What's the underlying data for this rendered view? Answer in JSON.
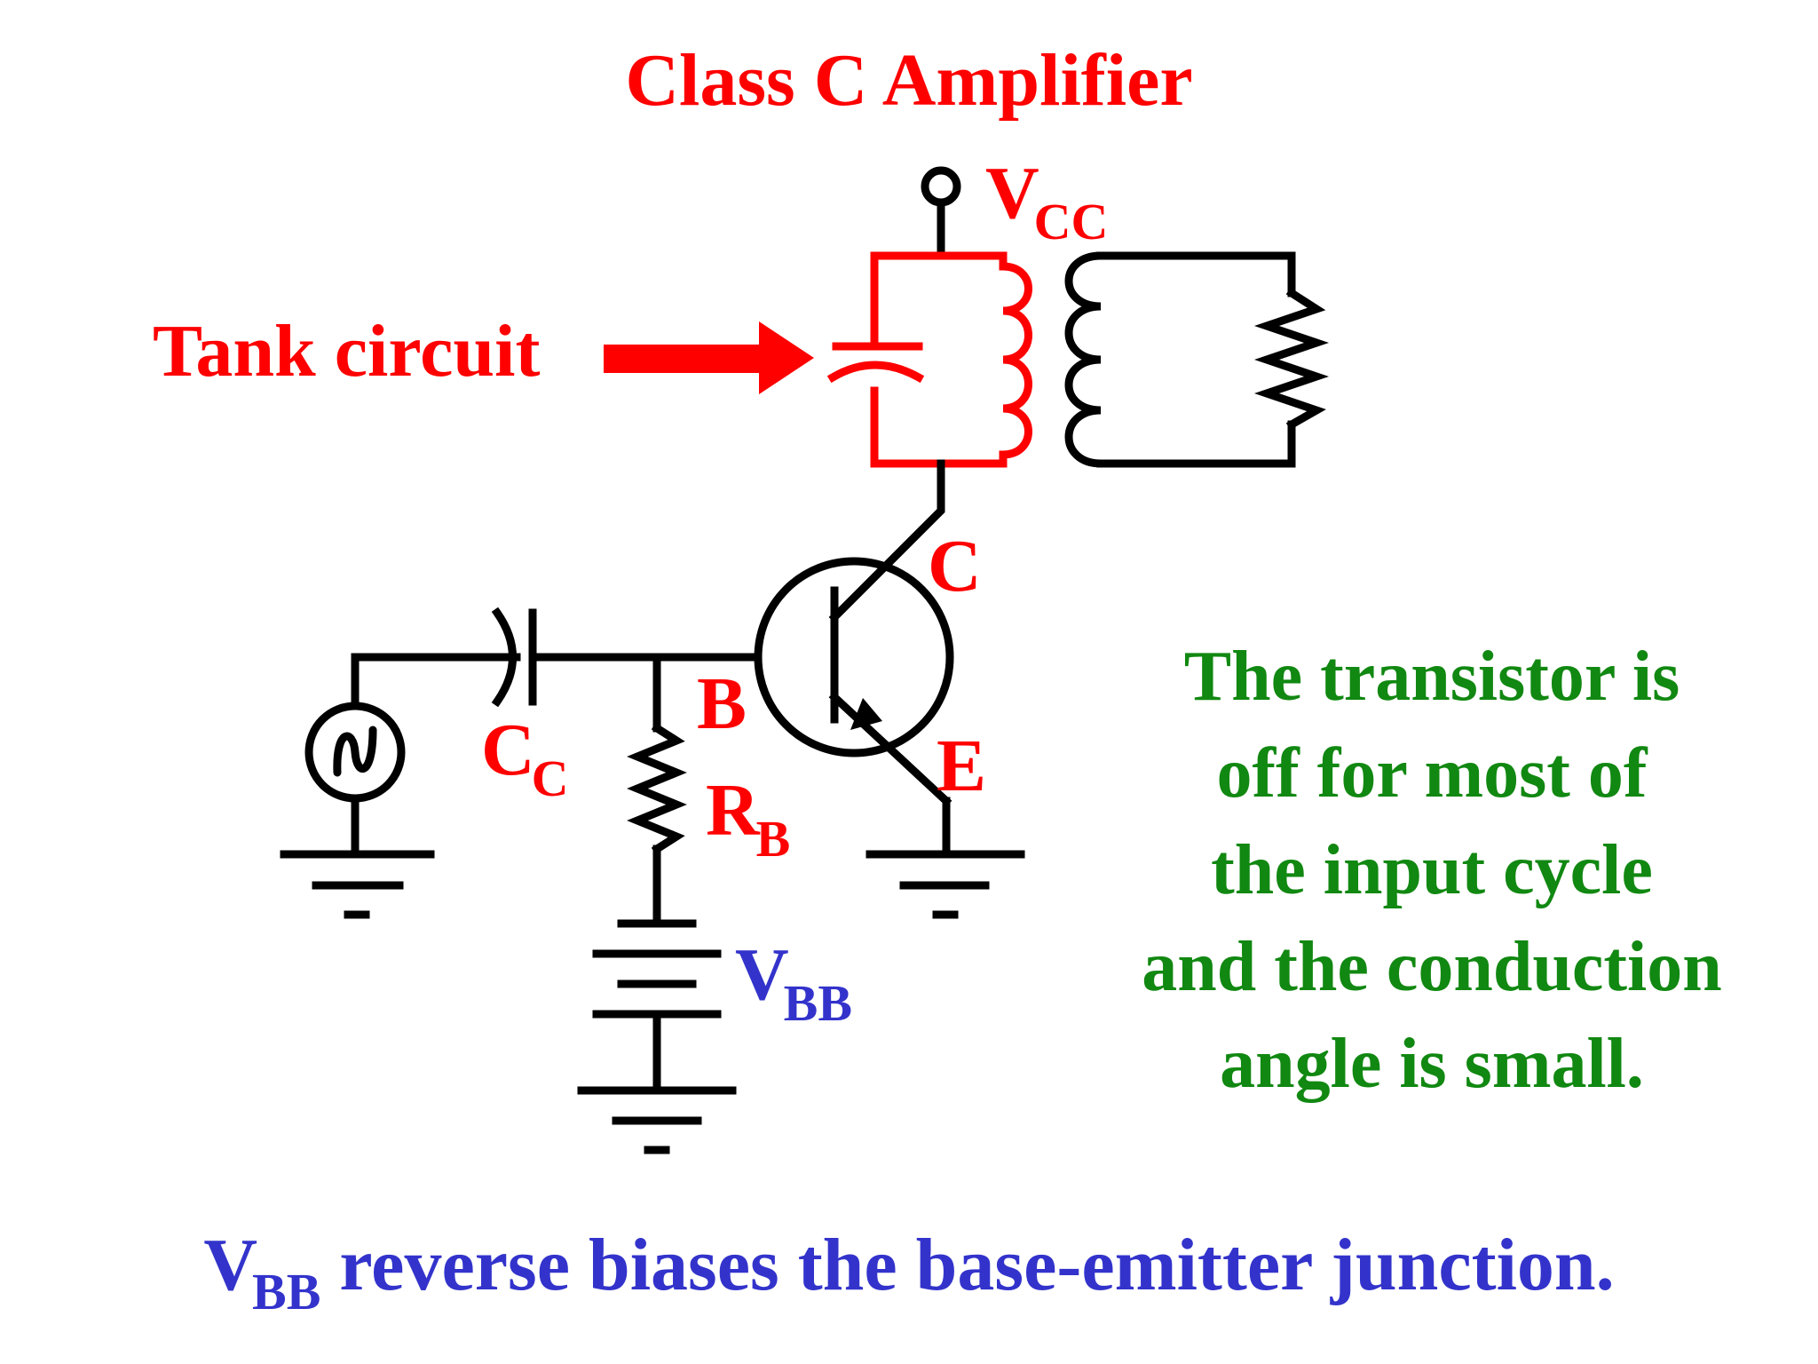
{
  "title": "Class C Amplifier",
  "labels": {
    "vcc_main": "V",
    "vcc_sub": "CC",
    "tank": "Tank circuit",
    "collector": "C",
    "base": "B",
    "emitter": "E",
    "cc_main": "C",
    "cc_sub": "C",
    "rb_main": "R",
    "rb_sub": "B",
    "vbb_main": "V",
    "vbb_sub": "BB"
  },
  "note_lines": [
    "The transistor is",
    "off for most of",
    "the input cycle",
    "and the conduction",
    "angle is small."
  ],
  "caption": {
    "main": "V",
    "sub": "BB",
    "rest": " reverse biases the base-emitter junction."
  },
  "colors": {
    "title": "#ff0000",
    "red_labels": "#ff0000",
    "blue_labels": "#3333cc",
    "note": "#118811",
    "wire": "#000000",
    "tank": "#ff0000"
  }
}
